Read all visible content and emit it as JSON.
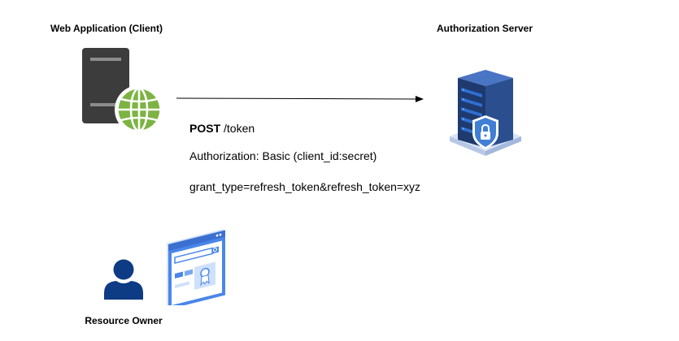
{
  "nodes": {
    "client": {
      "label": "Web Application (Client)",
      "icon": "web-server-globe-icon"
    },
    "auth_server": {
      "label": "Authorization Server",
      "icon": "secure-server-icon"
    },
    "resource_owner": {
      "label": "Resource Owner",
      "icon": "user-icon"
    }
  },
  "request": {
    "method": "POST",
    "path": " /token",
    "authorization": "Authorization: Basic (client_id:secret)",
    "body": "grant_type=refresh_token&refresh_token=xyz"
  },
  "colors": {
    "server_dark": "#3c3c3c",
    "globe_green": "#7cb342",
    "secure_server_navy": "#1e3a6e",
    "shield_blue": "#3f7fd4",
    "user_navy": "#0d3b84",
    "browser_blue": "#4a86e8"
  }
}
